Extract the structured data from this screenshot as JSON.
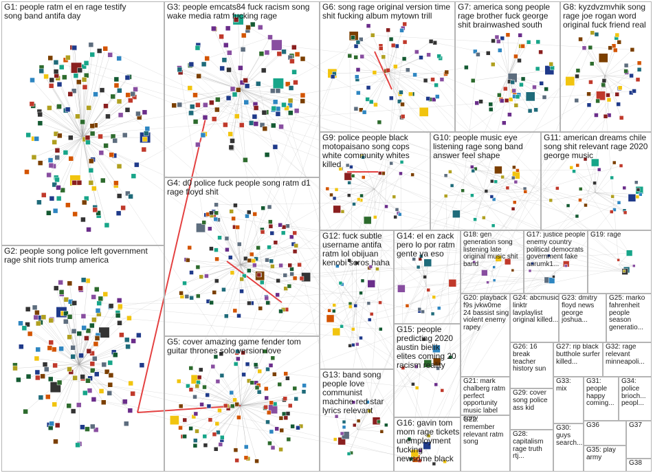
{
  "groups": [
    {
      "id": "G1",
      "terms": "people ratm el en rage testify song band antifa day"
    },
    {
      "id": "G2",
      "terms": "people song police left government rage shit riots trump america"
    },
    {
      "id": "G3",
      "terms": "people emcats84 fuck racism song wake media ratm fucking rage"
    },
    {
      "id": "G4",
      "terms": "d0 police fuck people song ratm d1 rage floyd shit"
    },
    {
      "id": "G5",
      "terms": "cover amazing game fender tom guitar thrones solo version love"
    },
    {
      "id": "G6",
      "terms": "song rage original version time shit fucking album mytown trill"
    },
    {
      "id": "G7",
      "terms": "america song people rage brother fuck george shit brainwashed south"
    },
    {
      "id": "G8",
      "terms": "kyzdvzmvhik song rage joe rogan word original fuck friend real"
    },
    {
      "id": "G9",
      "terms": "police people black motopaisano song cops white community whites killed"
    },
    {
      "id": "G10",
      "terms": "people music eye listening rage song band answer feel shape"
    },
    {
      "id": "G11",
      "terms": "american dreams chile song shit relevant rage 2020 george music"
    },
    {
      "id": "G12",
      "terms": "fuck subtle username antifa ratm lol obijuan kenobi soros haha"
    },
    {
      "id": "G13",
      "terms": "band song people love communist machine red star lyrics relevant"
    },
    {
      "id": "G14",
      "terms": "el en zack pero lo por ratm gente ya eso"
    },
    {
      "id": "G15",
      "terms": "people predicting 2020 austin bielik elites coming 20 racism reality"
    },
    {
      "id": "G16",
      "terms": "gavin tom mom rage tickets unemployment fucking newsome black"
    },
    {
      "id": "G17",
      "terms": "justice people enemy country political democrats government fake aurumk1..."
    },
    {
      "id": "G18",
      "terms": "gen generation song listening late original music shit band"
    },
    {
      "id": "G19",
      "terms": "rage"
    },
    {
      "id": "G20",
      "terms": "playback f9s jvkw0me 24 bassist sing violent enemy rapey"
    },
    {
      "id": "G21",
      "terms": "mark chalberg ratm perfect opportunity music label sony"
    },
    {
      "id": "G22",
      "terms": "remember relevant ratm song"
    },
    {
      "id": "G23",
      "terms": "dmitry floyd news george joshua..."
    },
    {
      "id": "G24",
      "terms": "abcmusic linktr lavplaylist original killed..."
    },
    {
      "id": "G25",
      "terms": "marko fahrenheit people season generatio..."
    },
    {
      "id": "G26",
      "terms": "16 break teacher history sun"
    },
    {
      "id": "G27",
      "terms": "rip black butthole surfer killed..."
    },
    {
      "id": "G28",
      "terms": "capitalism rage truth rtj..."
    },
    {
      "id": "G29",
      "terms": "cover song police ass kid"
    },
    {
      "id": "G30",
      "terms": "guys search..."
    },
    {
      "id": "G31",
      "terms": "people happy coming..."
    },
    {
      "id": "G32",
      "terms": "rage relevant minneapoli..."
    },
    {
      "id": "G33",
      "terms": "mix"
    },
    {
      "id": "G34",
      "terms": "police brioch... peopl..."
    },
    {
      "id": "G35",
      "terms": "play army"
    },
    {
      "id": "G36",
      "terms": ""
    },
    {
      "id": "G37",
      "terms": ""
    },
    {
      "id": "G38",
      "terms": ""
    }
  ],
  "colors": {
    "box_border": "#b4b4b4",
    "edge": "#9a9a9a",
    "edge_highlight": "#e02020",
    "node_palette": [
      "#1f3a8a",
      "#2d6b2d",
      "#8a1f1f",
      "#6a2d8a",
      "#1f6b7a",
      "#b0a020",
      "#333333",
      "#c0392b",
      "#2e86c1",
      "#17a589",
      "#884ea0",
      "#d35400",
      "#7b3f00",
      "#145a32",
      "#f1c40f",
      "#5d6d7e"
    ]
  }
}
